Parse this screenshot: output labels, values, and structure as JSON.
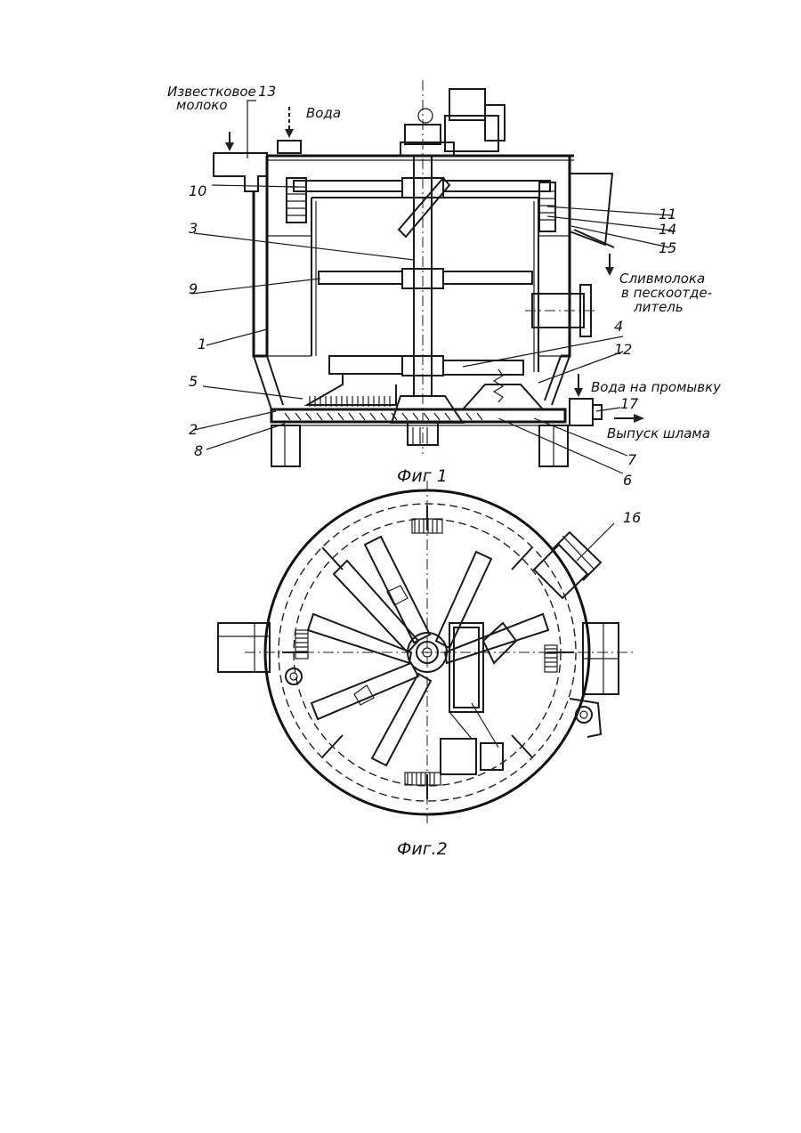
{
  "figure1": {
    "caption": "Фиг 1",
    "annotations": {
      "lime_milk_line1": "Известковое",
      "lime_milk_line2": "молоко",
      "water": "Вода",
      "drain_line1": "Сливмолока",
      "drain_line2": "в пескоотде-",
      "drain_line3": "литель",
      "wash_water": "Вода на промывку",
      "sludge_outlet": "Выпуск шлама"
    },
    "callouts": [
      "13",
      "10",
      "3",
      "9",
      "1",
      "5",
      "2",
      "8",
      "11",
      "14",
      "15",
      "4",
      "12",
      "17",
      "7",
      "6"
    ]
  },
  "figure2": {
    "caption": "Фиг.2",
    "callouts": [
      "16"
    ]
  },
  "colors": {
    "ink": "#1a1a1a",
    "paper": "#ffffff"
  }
}
